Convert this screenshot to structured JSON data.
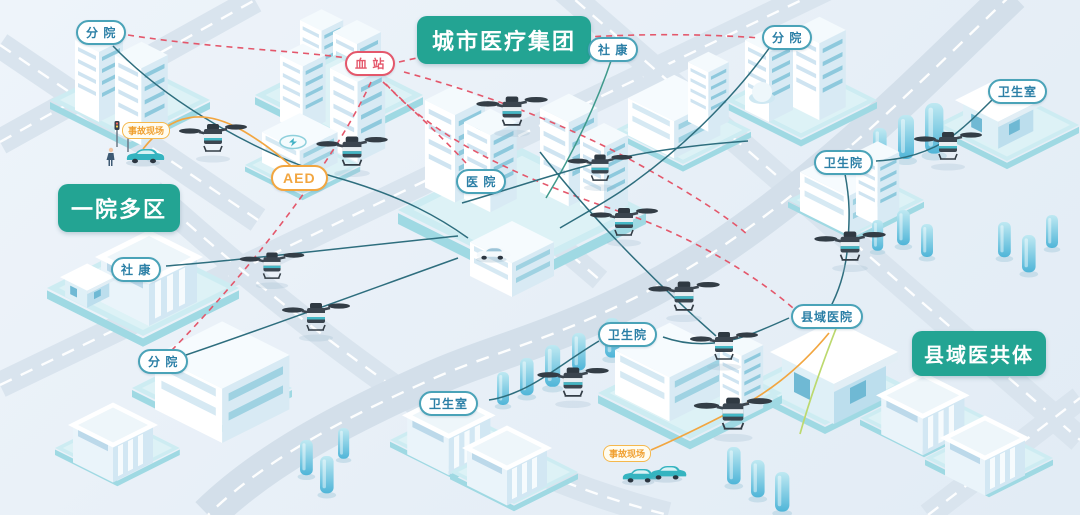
{
  "badges": {
    "city_group": "城市医疗集团",
    "multi_campus": "一院多区",
    "county_community": "县域医共体"
  },
  "labels": {
    "branch_tl": "分 院",
    "blood_station": "血 站",
    "community_tr": "社 康",
    "branch_tr": "分 院",
    "clinic_tr": "卫生室",
    "health_center_r": "卫生院",
    "hospital": "医 院",
    "aed": "AED",
    "community_l": "社 康",
    "branch_bl": "分 院",
    "health_center_bc": "卫生院",
    "clinic_bc": "卫生室",
    "county_hospital": "县域医院"
  },
  "events": {
    "accident_tl": "事故现场",
    "accident_bc": "事故现场"
  },
  "colors": {
    "badge_teal": "#23a493",
    "label_blue": "#2b7fa6",
    "label_border": "#4aa3b8",
    "blood_red": "#e4576b",
    "aed_orange": "#f2a640",
    "line_teal": "#2e6e7e",
    "line_green": "#3f9a8c",
    "route_yellow": "#f2a640",
    "road": "#d9e4ee",
    "background": "#e9f0f7"
  }
}
